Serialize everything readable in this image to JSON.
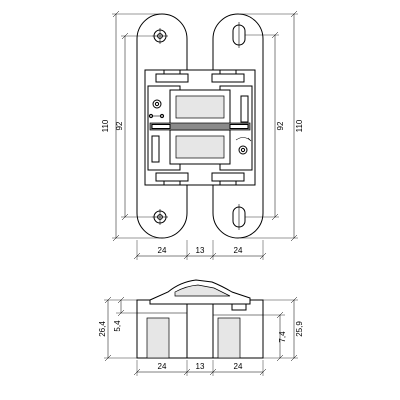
{
  "figure": {
    "subject": "concealed hinge",
    "views": [
      "front-elevation",
      "section"
    ]
  },
  "dimensions": {
    "overall_height": "110",
    "hole_pitch": "92",
    "leaf_width": "24",
    "center_gap": "13",
    "section_depth_left": "26,4",
    "section_step_left": "5,4",
    "section_step_right": "7,4",
    "section_depth_right": "25,9"
  }
}
